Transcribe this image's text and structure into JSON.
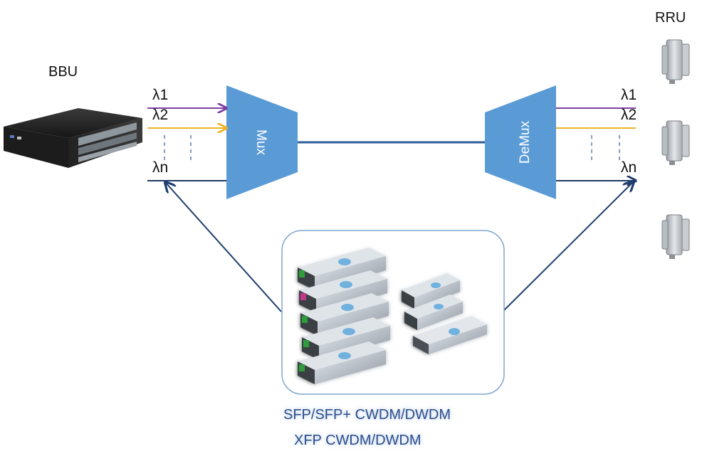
{
  "labels": {
    "bbu": "BBU",
    "rru": "RRU",
    "mux": "Mux",
    "demux": "DeMux"
  },
  "left_wavelengths": [
    "λ1",
    "λ2",
    "λn"
  ],
  "right_wavelengths": [
    "λ1",
    "λ2",
    "λn"
  ],
  "transceiver_caption": {
    "line1": "SFP/SFP+ CWDM/DWDM",
    "line2": "XFP CWDM/DWDM"
  },
  "colors": {
    "block": "#5b9bd5",
    "lambda1": "#7b3fa0",
    "lambda2": "#f0b323",
    "lambdan": "#1f3864",
    "fiber": "#2e5f9a",
    "arrow": "#1f3f70",
    "panel_border": "#7ea6cf",
    "caption": "#2b4d8c"
  }
}
